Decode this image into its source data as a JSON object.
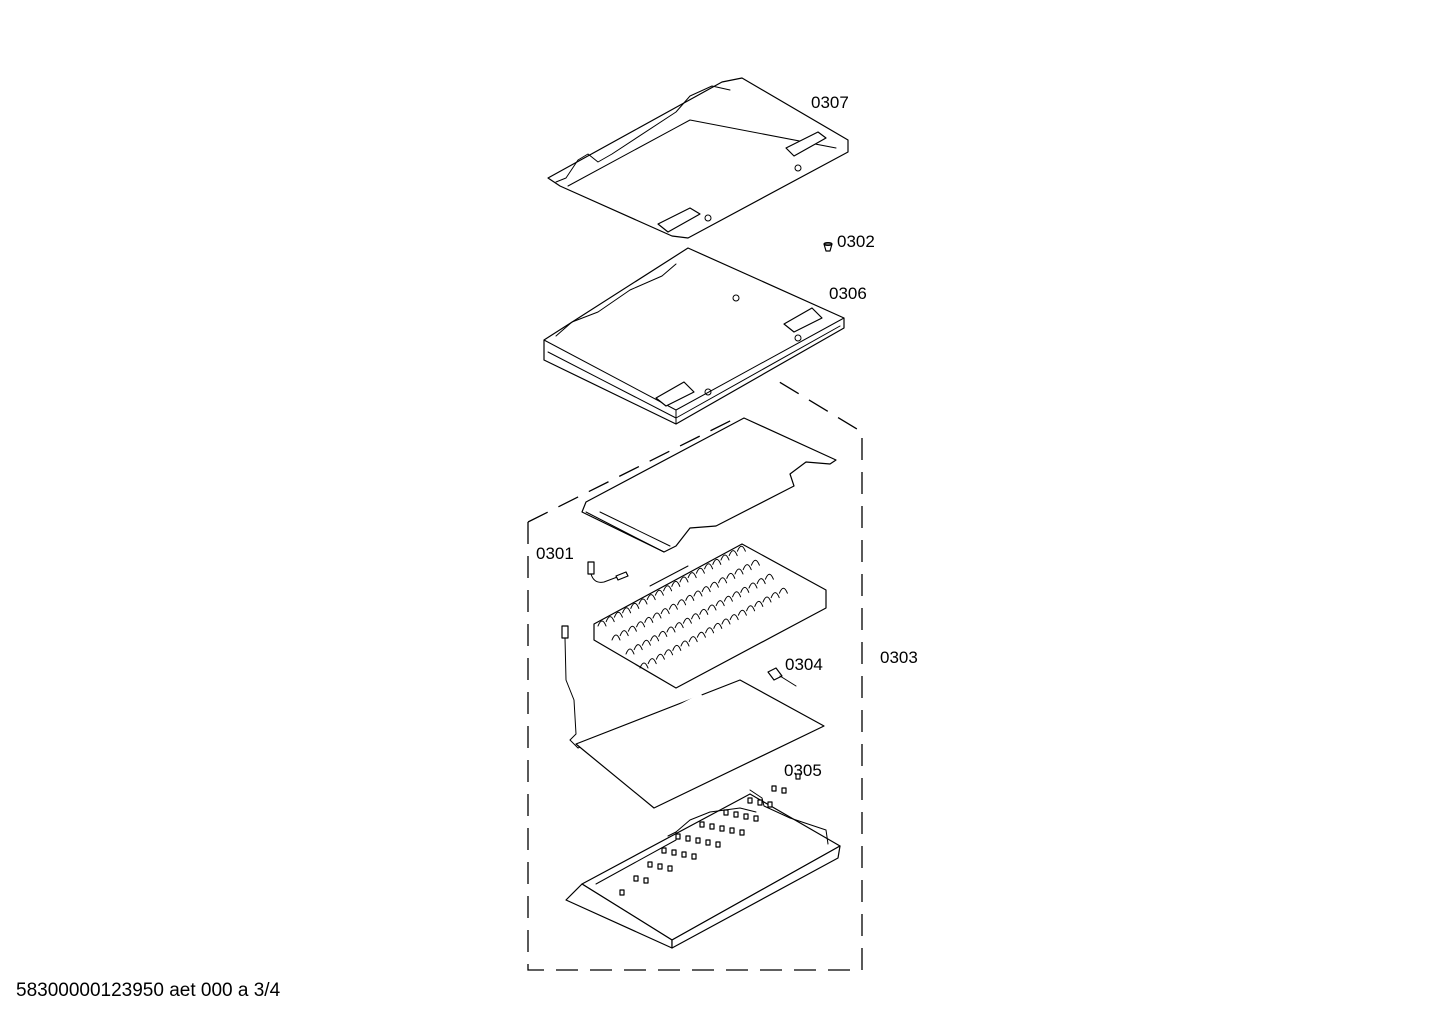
{
  "diagram": {
    "labels": {
      "p0307": "0307",
      "p0302": "0302",
      "p0306": "0306",
      "p0301": "0301",
      "p0304": "0304",
      "p0303": "0303",
      "p0305": "0305"
    },
    "footer": "58300000123950 aet 000 a 3/4"
  }
}
